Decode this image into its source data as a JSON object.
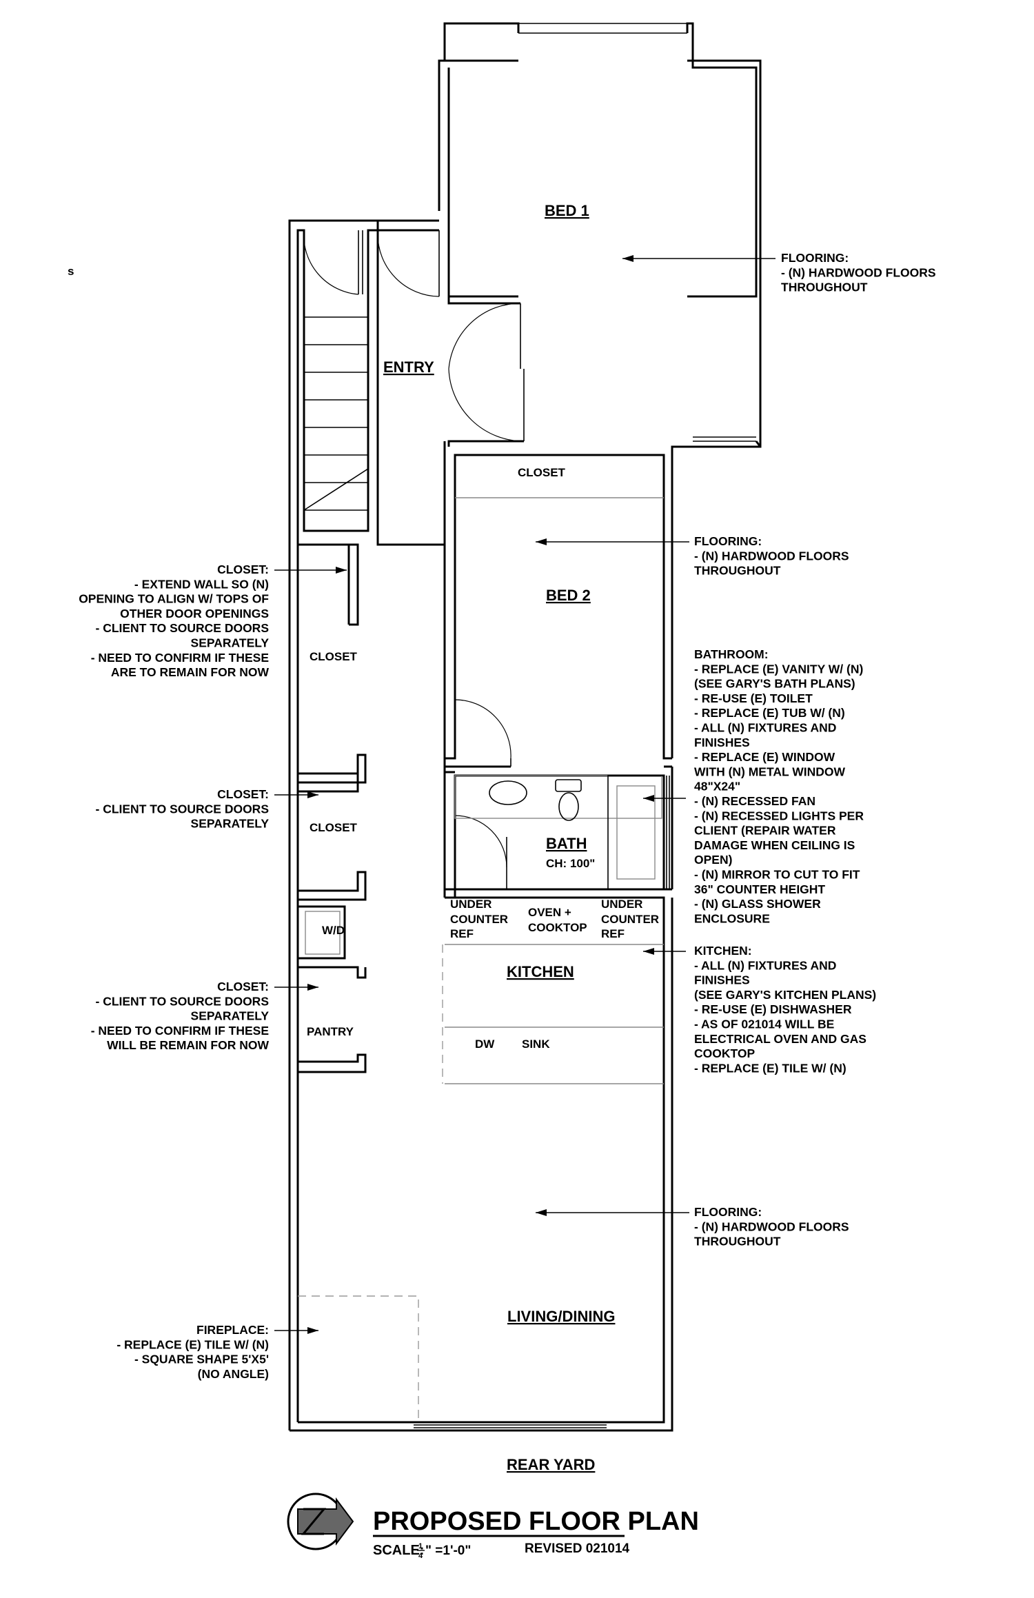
{
  "rooms": {
    "bed1": "BED 1",
    "entry": "ENTRY",
    "closet_top": "CLOSET",
    "bed2": "BED 2",
    "closet_1": "CLOSET",
    "closet_2": "CLOSET",
    "wd": "W/D",
    "bath": "BATH",
    "bath_ch": "CH: 100\"",
    "kitchen": "KITCHEN",
    "pantry": "PANTRY",
    "living": "LIVING/DINING"
  },
  "kitchen_labels": {
    "ref_left": [
      "UNDER",
      "COUNTER",
      "REF"
    ],
    "oven": [
      "OVEN +",
      "COOKTOP"
    ],
    "ref_right": [
      "UNDER",
      "COUNTER",
      "REF"
    ],
    "dw": "DW",
    "sink": "SINK"
  },
  "left_margin_glyph": "s",
  "notes": {
    "flooring_bed1": [
      "FLOORING:",
      "- (N) HARDWOOD FLOORS",
      "THROUGHOUT"
    ],
    "flooring_bed2": [
      "FLOORING:",
      "- (N) HARDWOOD FLOORS",
      "THROUGHOUT"
    ],
    "bathroom": [
      "BATHROOM:",
      "- REPLACE (E) VANITY W/ (N)",
      "(SEE GARY'S BATH PLANS)",
      "- RE-USE (E) TOILET",
      "- REPLACE (E) TUB W/ (N)",
      "- ALL (N) FIXTURES AND",
      "FINISHES",
      "- REPLACE (E) WINDOW",
      "WITH (N) METAL WINDOW",
      "48\"X24\"",
      "- (N) RECESSED FAN",
      "- (N) RECESSED LIGHTS PER",
      "CLIENT (REPAIR WATER",
      "DAMAGE WHEN CEILING IS",
      "OPEN)",
      "- (N) MIRROR TO CUT TO FIT",
      "36\" COUNTER HEIGHT",
      "- (N) GLASS SHOWER",
      "ENCLOSURE"
    ],
    "kitchen": [
      "KITCHEN:",
      "- ALL (N) FIXTURES AND",
      "FINISHES",
      "(SEE GARY'S KITCHEN PLANS)",
      "- RE-USE (E) DISHWASHER",
      "- AS OF 021014 WILL BE",
      "ELECTRICAL OVEN AND GAS",
      "COOKTOP",
      "- REPLACE (E) TILE W/ (N)"
    ],
    "flooring_living": [
      "FLOORING:",
      "- (N) HARDWOOD FLOORS",
      "THROUGHOUT"
    ],
    "closet_extend": [
      "CLOSET:",
      "- EXTEND WALL SO (N)",
      "OPENING TO ALIGN W/ TOPS OF",
      "OTHER DOOR OPENINGS",
      "- CLIENT TO SOURCE DOORS",
      "SEPARATELY",
      "- NEED TO CONFIRM IF THESE",
      "ARE TO REMAIN FOR NOW"
    ],
    "closet_source": [
      "CLOSET:",
      "- CLIENT TO SOURCE DOORS",
      "SEPARATELY"
    ],
    "closet_pantry": [
      "CLOSET:",
      "- CLIENT TO SOURCE DOORS",
      "SEPARATELY",
      "- NEED TO CONFIRM IF THESE",
      "WILL BE REMAIN FOR NOW"
    ],
    "fireplace": [
      "FIREPLACE:",
      "- REPLACE (E) TILE W/ (N)",
      "- SQUARE SHAPE 5'X5'",
      "(NO ANGLE)"
    ]
  },
  "rear_yard": "REAR YARD",
  "title_block": {
    "title": "PROPOSED FLOOR PLAN",
    "scale_label": "SCALE:",
    "scale_num": "1",
    "scale_den": "4",
    "scale_rest": "\" =1'-0\"",
    "revised": "REVISED 021014"
  }
}
